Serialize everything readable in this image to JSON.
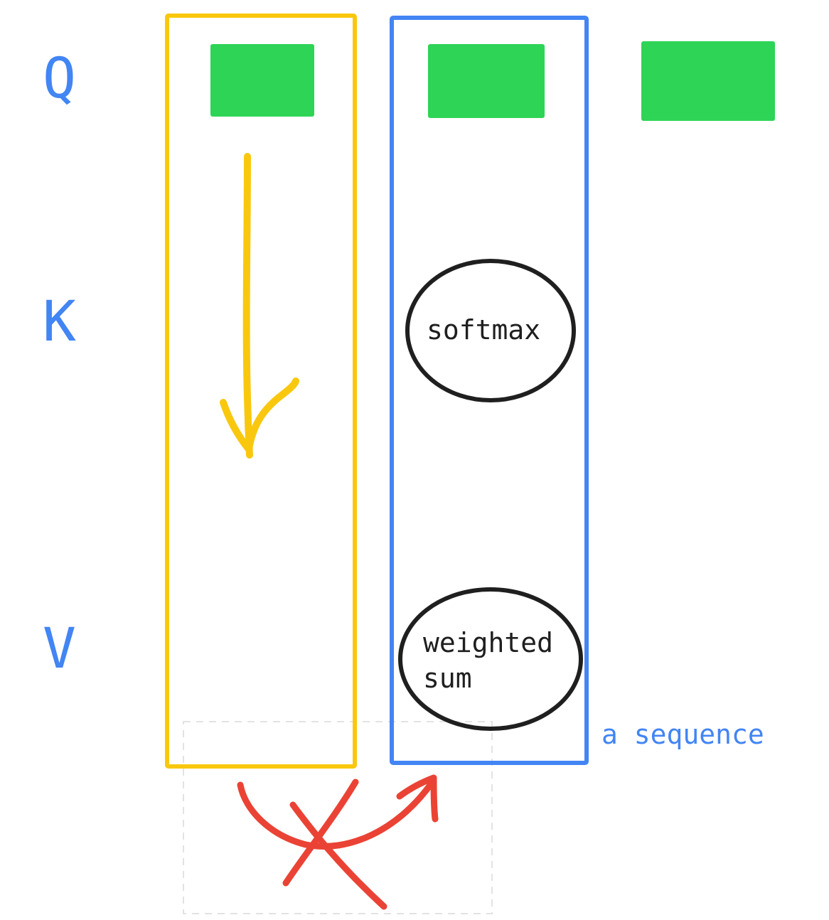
{
  "row_labels": {
    "q": "Q",
    "k": "K",
    "v": "V"
  },
  "nodes": {
    "softmax": "softmax",
    "weighted_sum_line1": "weighted",
    "weighted_sum_line2": "sum"
  },
  "annotation": "a sequence",
  "colors": {
    "label_blue": "#4285f4",
    "yellow": "#f9c80e",
    "blue": "#4285f4",
    "green": "#2ed455",
    "red": "#ea4335",
    "ink": "#1f1f1f",
    "dashed": "#d9d9d9"
  }
}
